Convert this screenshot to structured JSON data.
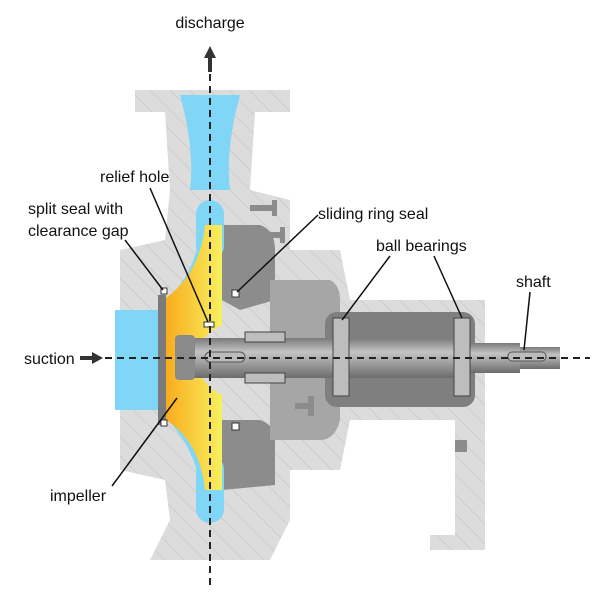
{
  "title": "Centrifugal pump cross-section",
  "labels": {
    "discharge": "discharge",
    "relief_hole": "relief hole",
    "split_seal_line1": "split seal with",
    "split_seal_line2": "clearance gap",
    "sliding_ring_seal": "sliding ring seal",
    "ball_bearings": "ball bearings",
    "shaft": "shaft",
    "suction": "suction",
    "impeller": "impeller"
  },
  "colors": {
    "casing": "#dcdcdc",
    "dark_part": "#8c8c8c",
    "fluid": "#7fd6f7",
    "impeller": "#f7d23a",
    "shaft": "#9a9a9a"
  }
}
